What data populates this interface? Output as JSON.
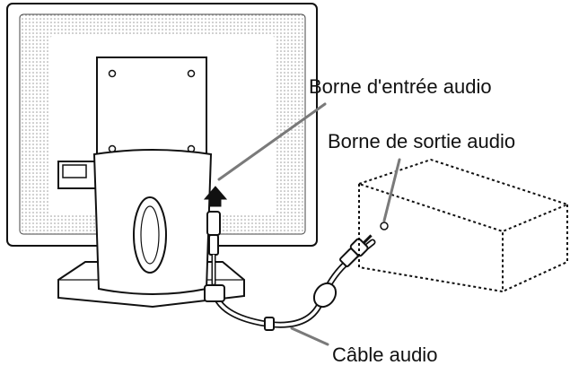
{
  "labels": {
    "audio_input_terminal": "Borne d'entrée audio",
    "audio_output_terminal": "Borne de sortie audio",
    "audio_cable": "Câble audio"
  },
  "colors": {
    "line": "#111111",
    "dot_screen": "#9a9a9a",
    "leader": "#7a7a7a",
    "background": "#ffffff"
  }
}
